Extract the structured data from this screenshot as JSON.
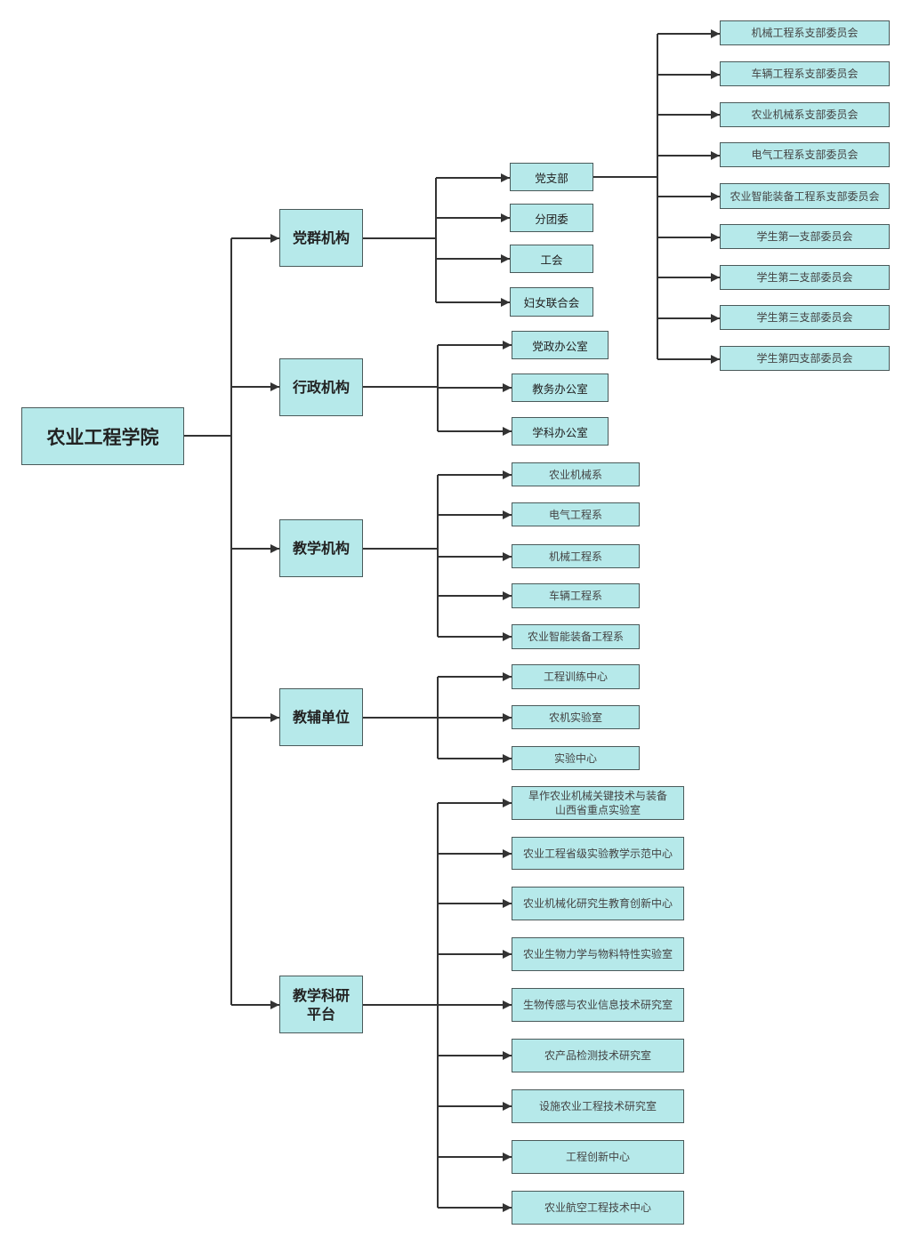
{
  "chart": {
    "root": "农业工程学院",
    "groups": [
      {
        "label": "党群机构",
        "children": [
          {
            "label": "党支部",
            "children": [
              "机械工程系支部委员会",
              "车辆工程系支部委员会",
              "农业机械系支部委员会",
              "电气工程系支部委员会",
              "农业智能装备工程系支部委员会",
              "学生第一支部委员会",
              "学生第二支部委员会",
              "学生第三支部委员会",
              "学生第四支部委员会"
            ]
          },
          {
            "label": "分团委"
          },
          {
            "label": "工会"
          },
          {
            "label": "妇女联合会"
          }
        ]
      },
      {
        "label": "行政机构",
        "children": [
          {
            "label": "党政办公室"
          },
          {
            "label": "教务办公室"
          },
          {
            "label": "学科办公室"
          }
        ]
      },
      {
        "label": "教学机构",
        "children": [
          {
            "label": "农业机械系"
          },
          {
            "label": "电气工程系"
          },
          {
            "label": "机械工程系"
          },
          {
            "label": "车辆工程系"
          },
          {
            "label": "农业智能装备工程系"
          }
        ]
      },
      {
        "label": "教辅单位",
        "children": [
          {
            "label": "工程训练中心"
          },
          {
            "label": "农机实验室"
          },
          {
            "label": "实验中心"
          }
        ]
      },
      {
        "label": "教学科研\n平台",
        "children": [
          {
            "label": "旱作农业机械关键技术与装备\n山西省重点实验室"
          },
          {
            "label": "农业工程省级实验教学示范中心"
          },
          {
            "label": "农业机械化研究生教育创新中心"
          },
          {
            "label": "农业生物力学与物料特性实验室"
          },
          {
            "label": "生物传感与农业信息技术研究室"
          },
          {
            "label": "农产品检测技术研究室"
          },
          {
            "label": "设施农业工程技术研究室"
          },
          {
            "label": "工程创新中心"
          },
          {
            "label": "农业航空工程技术中心"
          }
        ]
      }
    ]
  },
  "colors": {
    "node_fill": "#b6e9ea",
    "node_border": "#4a5a5a",
    "connector": "#333333"
  }
}
